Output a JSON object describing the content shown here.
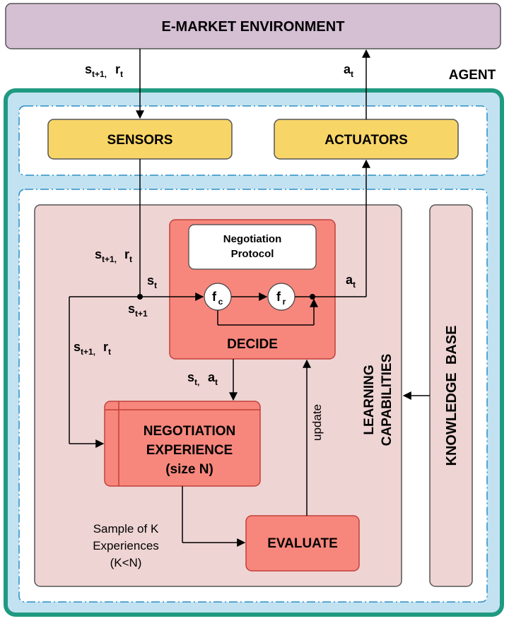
{
  "environment": {
    "title": "E-MARKET ENVIRONMENT"
  },
  "agent": {
    "title": "AGENT"
  },
  "sensors": {
    "label": "SENSORS"
  },
  "actuators": {
    "label": "ACTUATORS"
  },
  "protocol": {
    "line1": "Negotiation",
    "line2": "Protocol"
  },
  "decide": {
    "label": "DECIDE",
    "fc": "f",
    "fc_sub": "c",
    "fr": "f",
    "fr_sub": "r"
  },
  "experience": {
    "line1": "NEGOTIATION",
    "line2": "EXPERIENCE",
    "line3": "(size N)"
  },
  "evaluate": {
    "label": "EVALUATE"
  },
  "learning": {
    "line1": "LEARNING",
    "line2": "CAPABILITIES"
  },
  "knowledge_base": {
    "label": "KNOWLEDGE  BASE"
  },
  "labels": {
    "s": "s",
    "r": "r",
    "a": "a",
    "sub_t1": "t+1,",
    "sub_t1_plain": "t+1",
    "sub_t": "t",
    "sub_t_comma": "t,",
    "update": "update",
    "sample1": "Sample of K",
    "sample2": "Experiences",
    "sample3": "(K<N)"
  },
  "colors": {
    "environment_fill": "#d5bfd3",
    "agent_border": "#1f9a80",
    "agent_fill": "#c2e2f1",
    "inner_dash": "#2b8fc6",
    "module_fill": "#f8d567",
    "learning_fill": "#efd4d4",
    "decide_fill": "#f7877c",
    "decide_border": "#c2403a"
  }
}
